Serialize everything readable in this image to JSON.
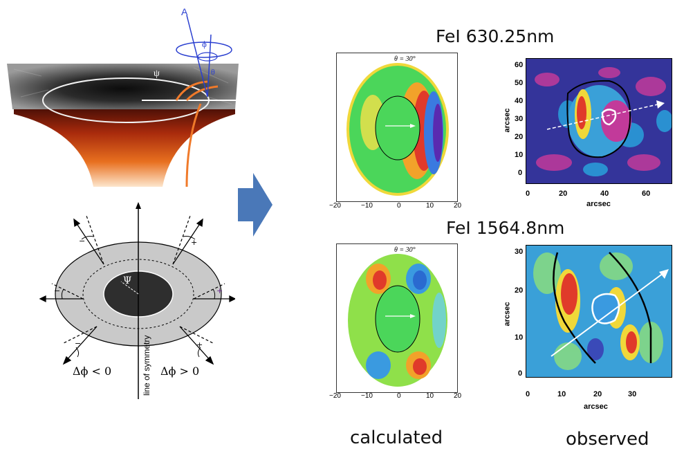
{
  "titles": {
    "top": "FeI 630.25nm",
    "bottom": "FeI 1564.8nm"
  },
  "captions": {
    "calculated": "calculated",
    "observed": "observed"
  },
  "flux_tube": {
    "psi": "ψ",
    "phi": "ϕ",
    "theta": "θ",
    "axis": "A"
  },
  "diagram": {
    "psi": "Ψ",
    "line_of_symmetry": "line of symmetry",
    "left_condition": "Δϕ < 0",
    "right_condition": "Δϕ > 0",
    "minus": "−",
    "plus": "+"
  },
  "calc_plots": {
    "theta_label": "θ = 30°",
    "x_ticks": [
      "−20",
      "−10",
      "0",
      "10",
      "20"
    ]
  },
  "obs_top": {
    "y_ticks": [
      "60",
      "50",
      "40",
      "30",
      "20",
      "10",
      "0"
    ],
    "x_ticks": [
      "0",
      "20",
      "40",
      "60"
    ],
    "ylabel": "arcsec",
    "xlabel": "arcsec"
  },
  "obs_bottom": {
    "y_ticks": [
      "30",
      "20",
      "10",
      "0"
    ],
    "x_ticks": [
      "0",
      "10",
      "20",
      "30"
    ],
    "ylabel": "arcsec",
    "xlabel": "arcsec"
  },
  "colors": {
    "arrow": "#4a78b8",
    "penumbra": "#c9c9c9",
    "umbra": "#2e2e2e"
  }
}
